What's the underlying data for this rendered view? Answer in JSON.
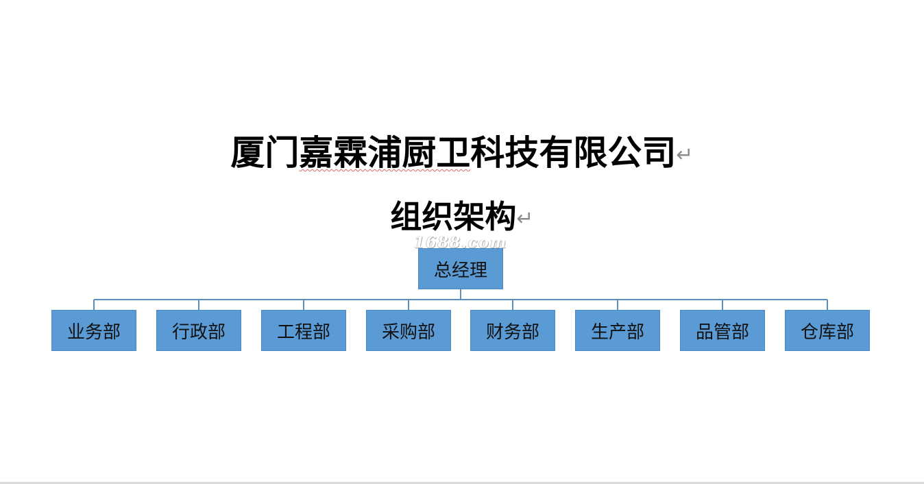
{
  "document": {
    "company_name": "厦门嘉霖浦厨卫科技有限公司",
    "company_name_prefix": "厦门",
    "company_name_flagged": "嘉霖浦厨卫",
    "company_name_suffix": "科技有限公司",
    "subtitle": "组织架构",
    "paragraph_mark": "↵",
    "watermark": "1688.com"
  },
  "org_chart": {
    "root": {
      "label": "总经理"
    },
    "departments": [
      {
        "label": "业务部"
      },
      {
        "label": "行政部"
      },
      {
        "label": "工程部"
      },
      {
        "label": "采购部"
      },
      {
        "label": "财务部"
      },
      {
        "label": "生产部"
      },
      {
        "label": "品管部"
      },
      {
        "label": "仓库部"
      }
    ]
  },
  "colors": {
    "node_fill": "#5b9bd5",
    "connector": "#5b8fbf",
    "spellcheck_underline": "#e06666"
  }
}
